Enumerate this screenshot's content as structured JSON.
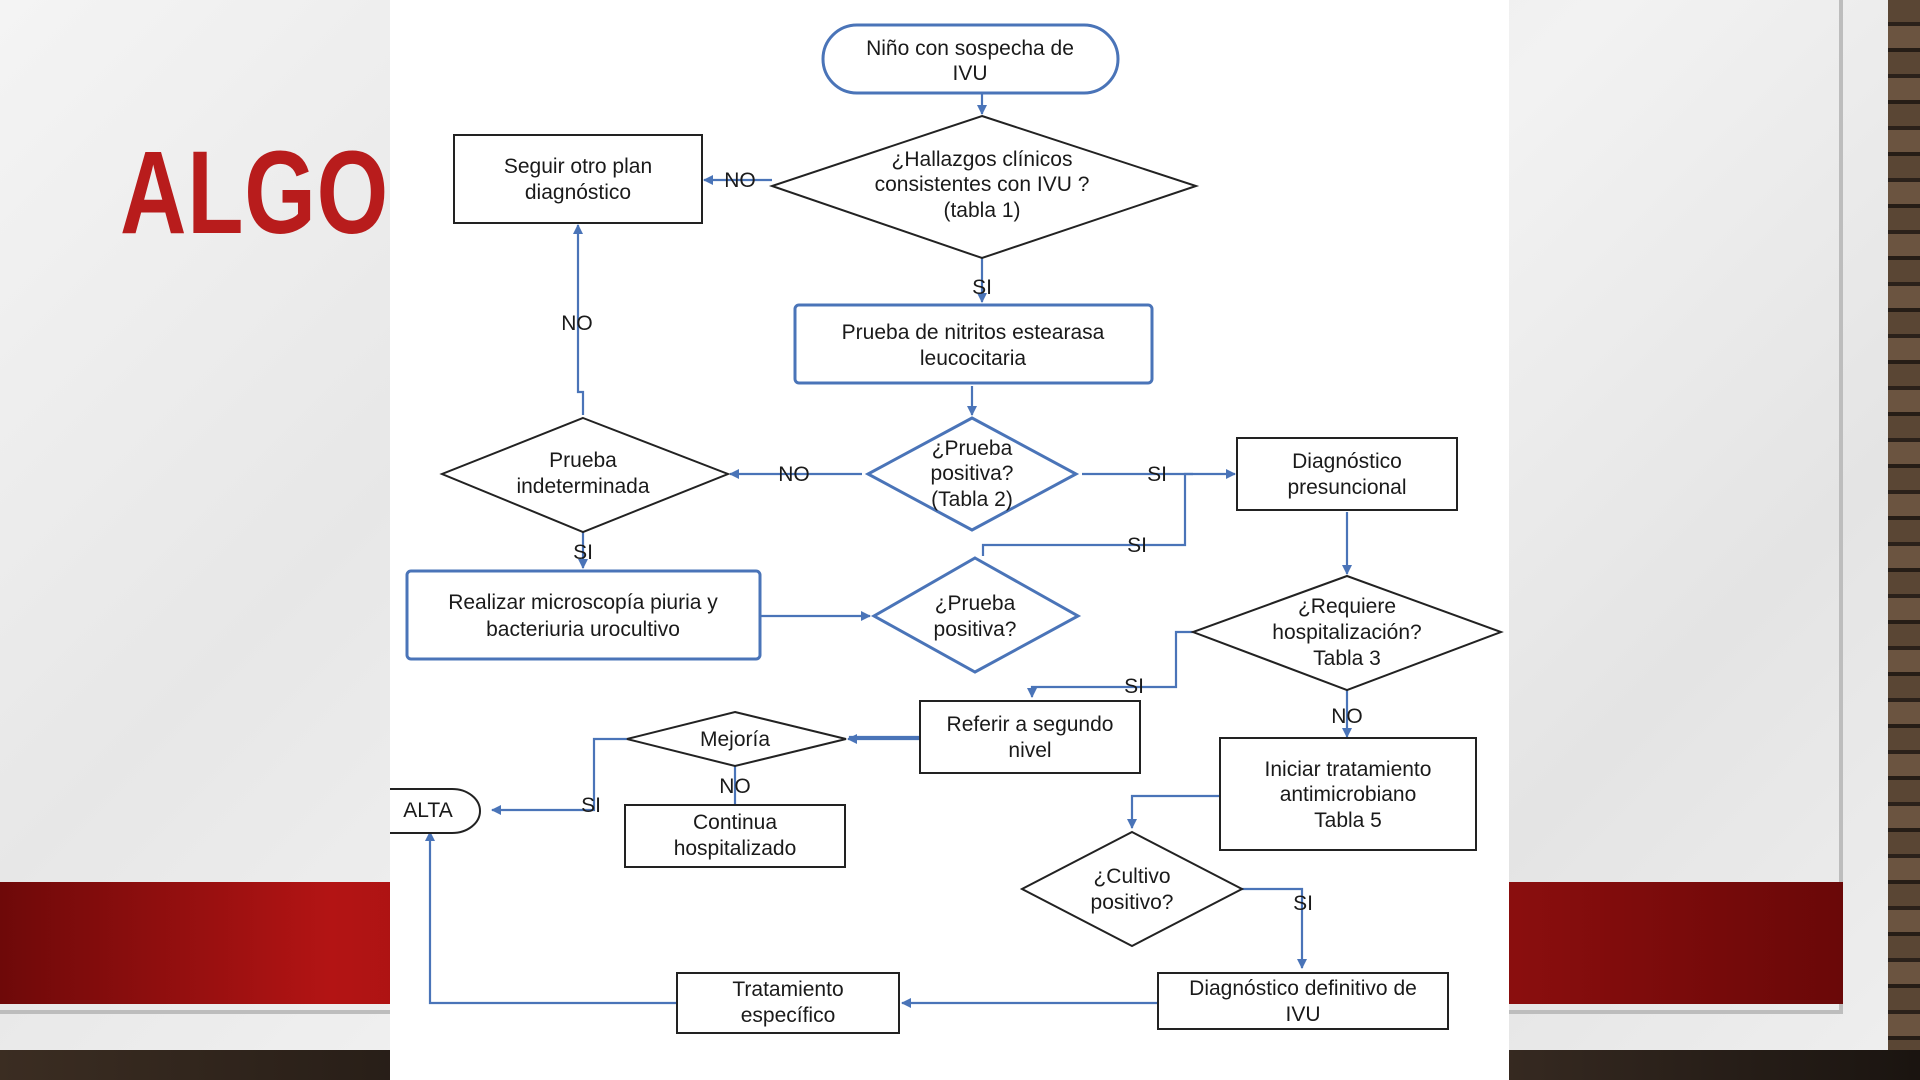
{
  "slide": {
    "title": "ALGOR"
  },
  "flowchart": {
    "nodes": {
      "start": [
        "Niño con sospecha de",
        "IVU"
      ],
      "hallazgos": [
        "¿Hallazgos clínicos",
        "consistentes con IVU ?",
        "(tabla 1)"
      ],
      "seguir_plan": [
        "Seguir otro plan",
        "diagnóstico"
      ],
      "prueba_nitritos": [
        "Prueba de nitritos estearasa",
        "leucocitaria"
      ],
      "prueba_positiva_2": [
        "¿Prueba",
        "positiva?",
        "(Tabla 2)"
      ],
      "prueba_indeterminada": [
        "Prueba",
        "indeterminada"
      ],
      "diagnostico_presuncional": [
        "Diagnóstico",
        "presuncional"
      ],
      "microscopia": [
        "Realizar microscopía piuria y",
        "bacteriuria urocultivo"
      ],
      "prueba_positiva": [
        "¿Prueba",
        "positiva?"
      ],
      "requiere_hospitalizacion": [
        "¿Requiere",
        "hospitalización?",
        "Tabla 3"
      ],
      "referir": [
        "Referir a segundo",
        "nivel"
      ],
      "mejoria": [
        "Mejoría"
      ],
      "alta": [
        "ALTA"
      ],
      "continua_hospitalizado": [
        "Continua",
        "hospitalizado"
      ],
      "iniciar_tratamiento": [
        "Iniciar tratamiento",
        "antimicrobiano",
        "Tabla 5"
      ],
      "cultivo_positivo": [
        "¿Cultivo",
        "positivo?"
      ],
      "diagnostico_definitivo": [
        "Diagnóstico definitivo de",
        "IVU"
      ],
      "tratamiento_especifico": [
        "Tratamiento",
        "específico"
      ]
    },
    "edge_labels": {
      "hallazgos_no": "NO",
      "hallazgos_si": "SI",
      "indeterminada_no": "NO",
      "prueba2_no": "NO",
      "prueba2_si": "SI",
      "presuncional_si": "SI",
      "indeterminada_si": "SI",
      "hospitalizacion_si": "SI",
      "hospitalizacion_no": "NO",
      "mejoria_no": "NO",
      "mejoria_si": "SI",
      "cultivo_si": "SI"
    }
  }
}
